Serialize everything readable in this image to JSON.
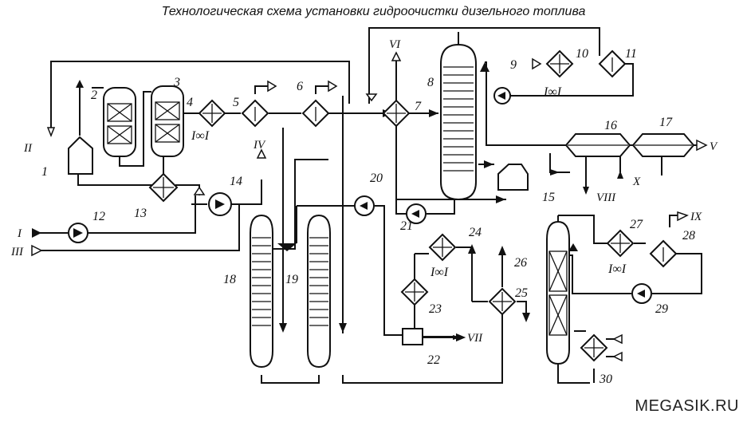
{
  "title": "Технологическая схема установки гидроочистки дизельного топлива",
  "watermark": "MEGASIK.RU",
  "equipment_numbers": [
    "1",
    "2",
    "3",
    "4",
    "5",
    "6",
    "7",
    "8",
    "9",
    "10",
    "11",
    "12",
    "13",
    "14",
    "15",
    "16",
    "17",
    "18",
    "19",
    "20",
    "21",
    "22",
    "23",
    "24",
    "25",
    "26",
    "27",
    "28",
    "29",
    "30"
  ],
  "streams": [
    "I",
    "II",
    "III",
    "IV",
    "V",
    "VI",
    "VII",
    "VIII",
    "IX",
    "X"
  ],
  "colors": {
    "line": "#111111",
    "background": "#ffffff"
  }
}
